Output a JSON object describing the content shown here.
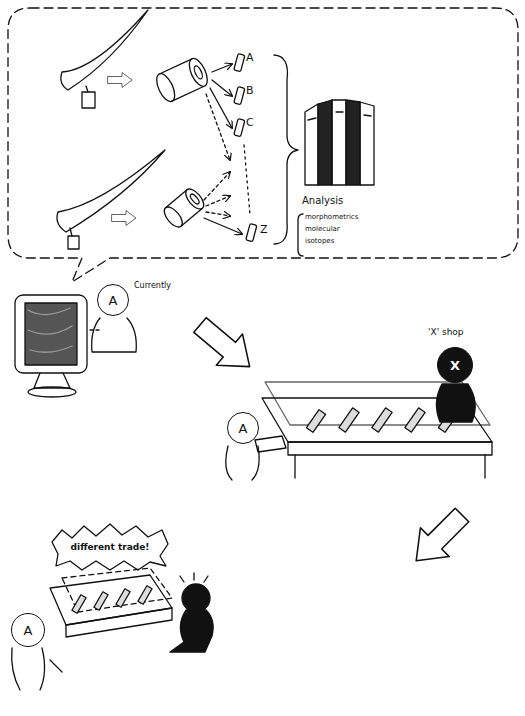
{
  "diagram": {
    "nodes": [
      {
        "text": [
          "A"
        ]
      },
      {
        "text": [
          "X"
        ]
      },
      {
        "text": [
          "A"
        ]
      },
      {
        "text": [
          "A"
        ]
      }
    ],
    "labels": [
      "A",
      "B",
      "C",
      "Z",
      "Analysis",
      "morphometrics",
      "molecular",
      "isotopes",
      "Currently",
      "'X' shop",
      "different trade!"
    ]
  }
}
